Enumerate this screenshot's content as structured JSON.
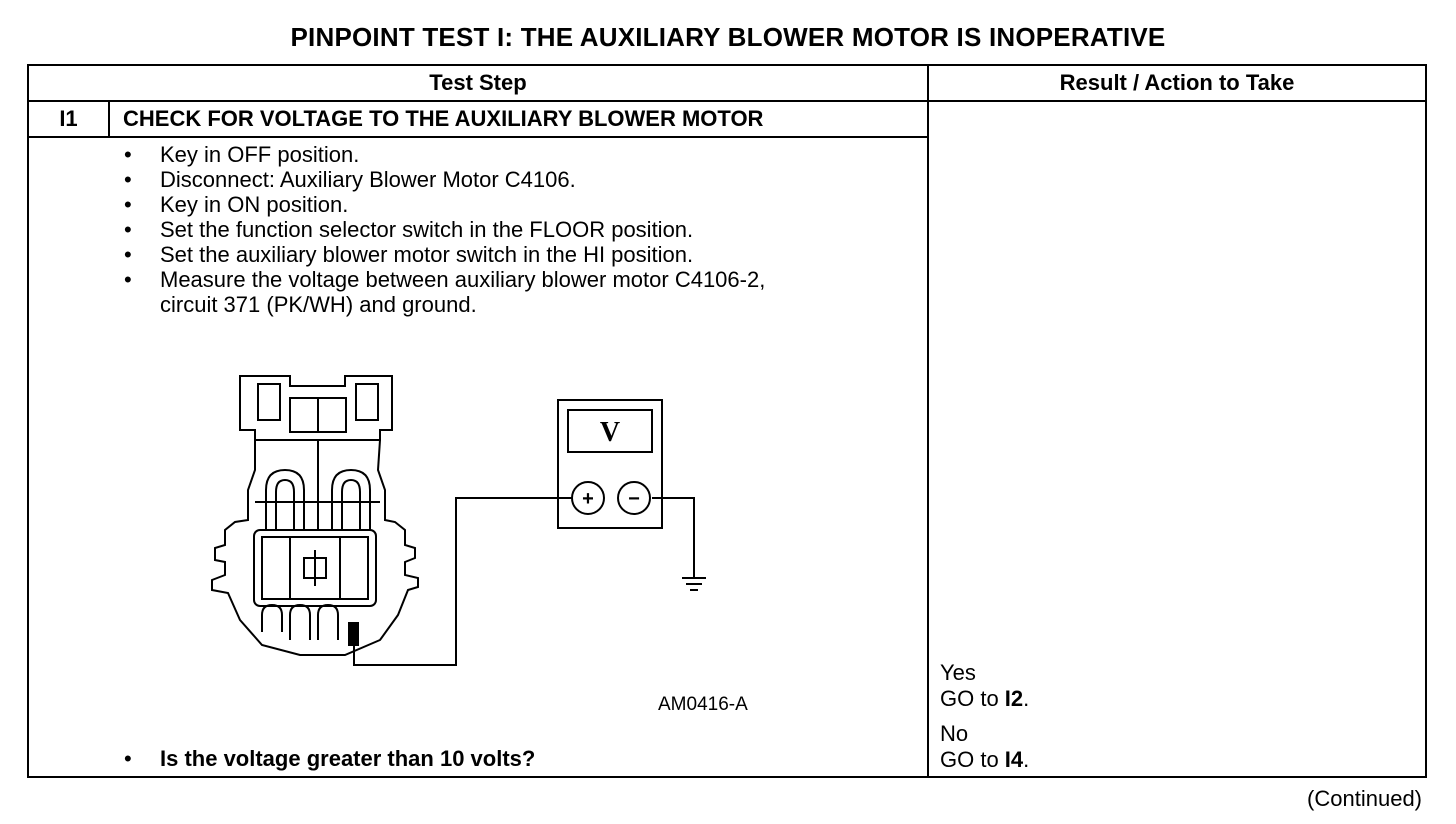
{
  "title": "PINPOINT TEST I: THE AUXILIARY BLOWER MOTOR IS INOPERATIVE",
  "headers": {
    "test_step": "Test Step",
    "result": "Result / Action to Take"
  },
  "step": {
    "id": "I1",
    "title": "CHECK FOR VOLTAGE TO THE AUXILIARY BLOWER MOTOR",
    "bullets": [
      "Key in OFF position.",
      "Disconnect: Auxiliary Blower Motor C4106.",
      "Key in ON position.",
      "Set the function selector switch in the FLOOR position.",
      "Set the auxiliary blower motor switch in the HI position.",
      "Measure the voltage between auxiliary blower motor C4106-2,",
      "circuit 371 (PK/WH) and ground."
    ],
    "bullet_symbol": "•",
    "question": "Is the voltage greater than 10 volts?",
    "figure_id": "AM0416-A",
    "meter_symbol": "V",
    "plus_symbol": "+",
    "minus_symbol": "−"
  },
  "results": {
    "yes_label": "Yes",
    "yes_action_prefix": "GO to ",
    "yes_target": "I2",
    "no_label": "No",
    "no_action_prefix": "GO to ",
    "no_target": "I4",
    "period": "."
  },
  "continued": "(Continued)"
}
